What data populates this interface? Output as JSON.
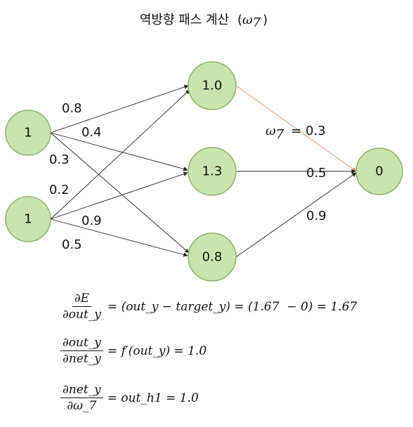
{
  "title": {
    "text": "역방향 패스 계산",
    "paren_open": "(",
    "omega": "ω",
    "sub": "7",
    "paren_close": ")"
  },
  "nodes": {
    "i1": "1",
    "i2": "1",
    "h1": "1.0",
    "h2": "1.3",
    "h3": "0.8",
    "o1": "0"
  },
  "weights": {
    "w1": "0.8",
    "w2": "0.4",
    "w3": "0.3",
    "w4": "0.2",
    "w5": "0.9",
    "w6": "0.5",
    "w7_omega": "ω",
    "w7_sub": "7",
    "w7_eq": "= 0.3",
    "w8": "0.5",
    "w9": "0.9"
  },
  "colors": {
    "node_fill": "#c9e4ad",
    "node_stroke": "#8ab56a",
    "highlight": "#f08a5d"
  },
  "equations": [
    {
      "num": "∂E",
      "den": "∂out_y",
      "rhs": "= (out_y − target_y) = (1.67  − 0) = 1.67"
    },
    {
      "num": "∂out_y",
      "den": "∂net_y",
      "rhs": "= f′(out_y) = 1.0"
    },
    {
      "num": "∂net_y",
      "den": "∂ω_7",
      "rhs": "= out_h1 = 1.0"
    }
  ]
}
